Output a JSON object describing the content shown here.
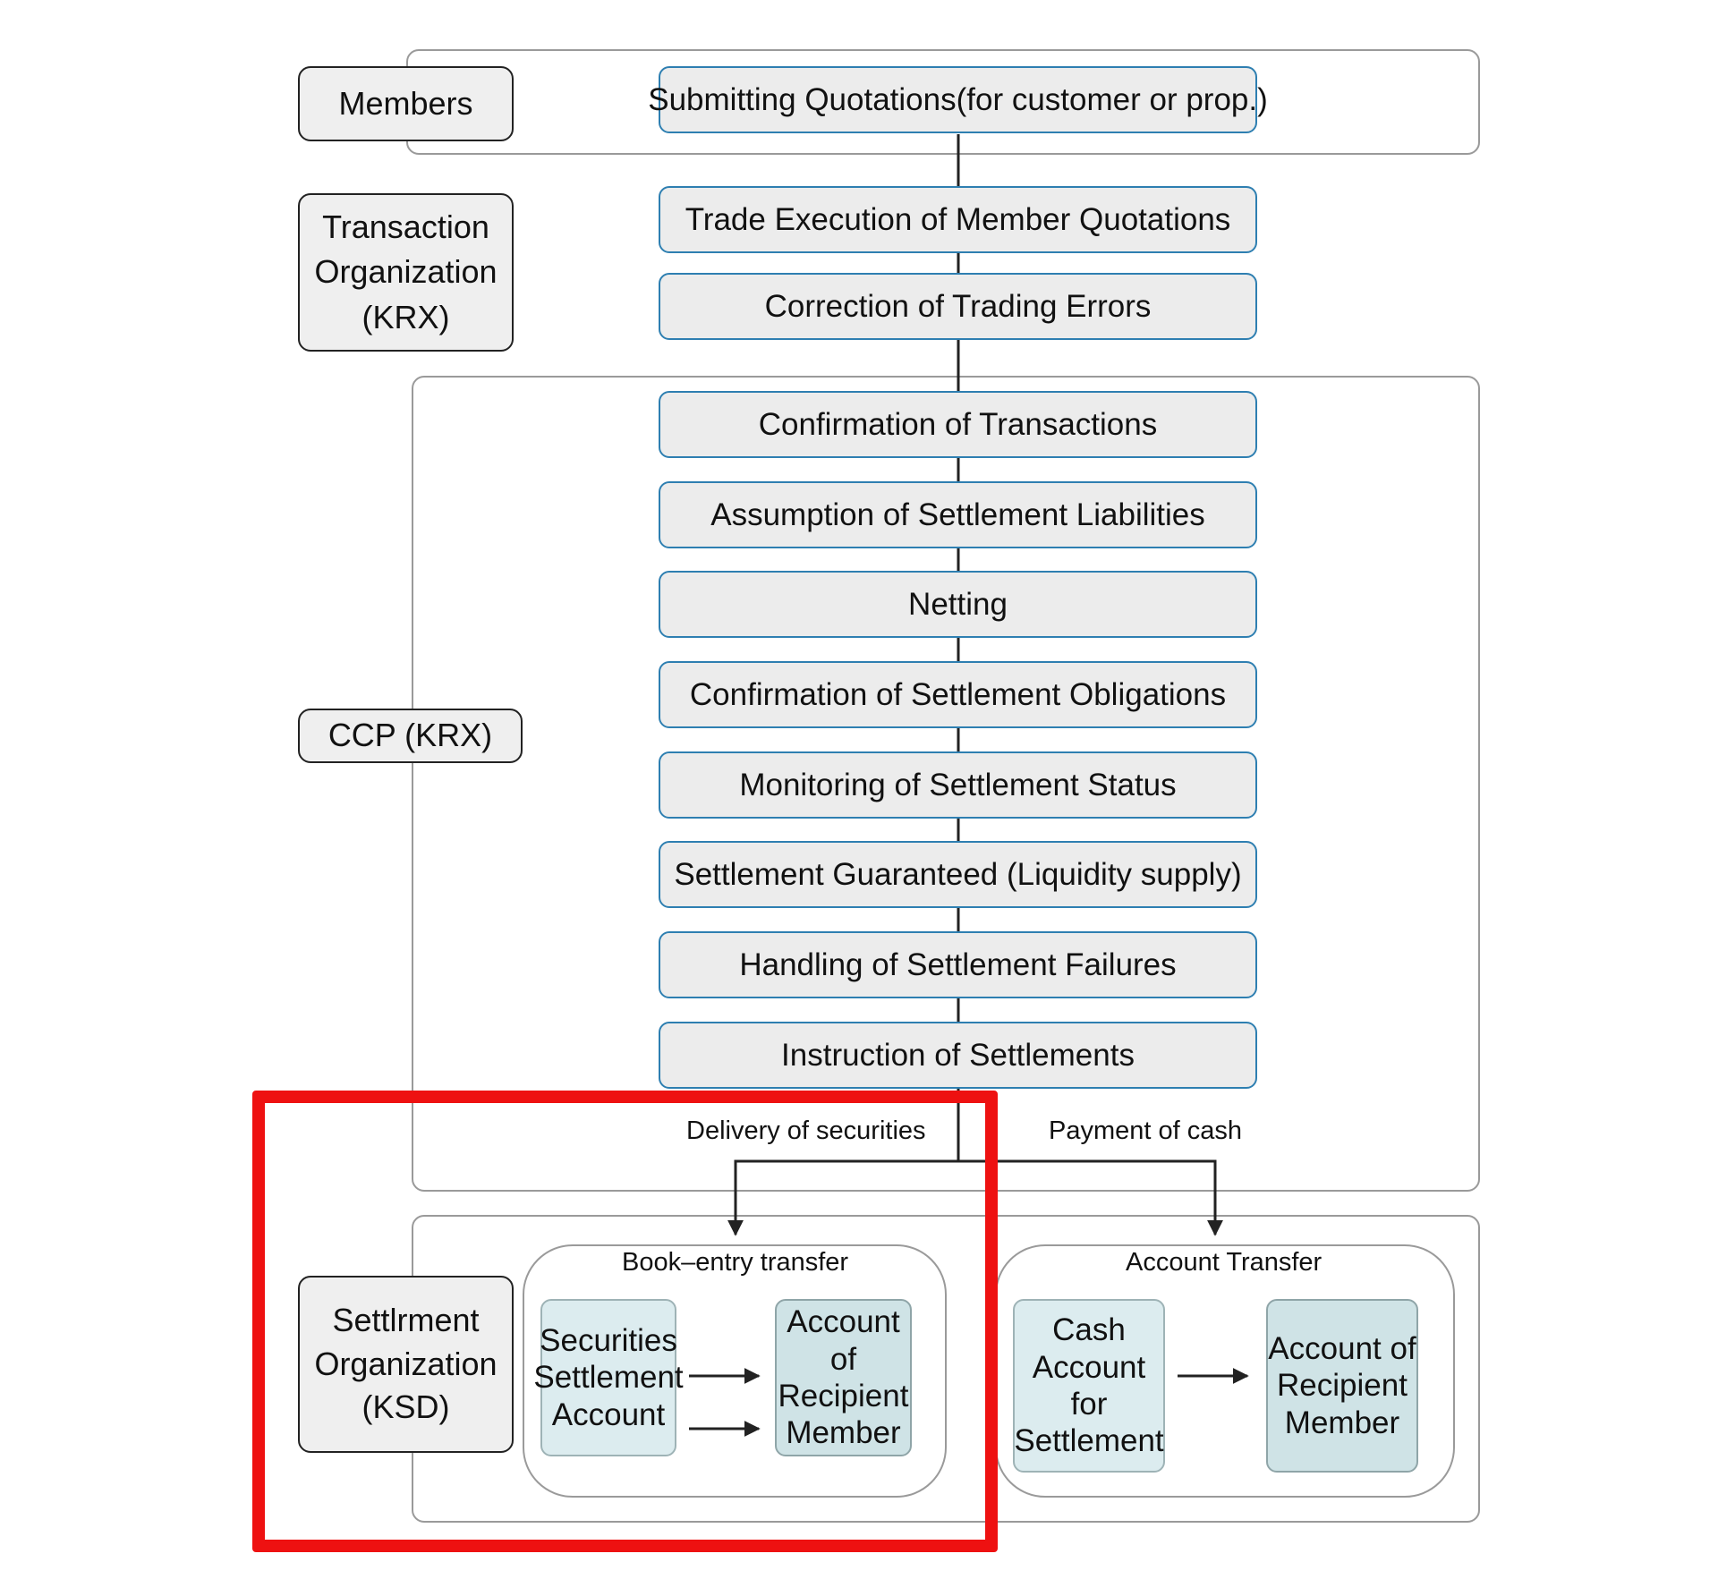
{
  "organizations": {
    "members": "Members",
    "transaction": "Transaction\nOrganization\n(KRX)",
    "ccp": "CCP (KRX)",
    "settlement": "Settlrment\nOrganization\n(KSD)"
  },
  "steps": [
    "Submitting Quotations(for customer or prop.)",
    "Trade Execution of Member Quotations",
    "Correction of Trading Errors",
    "Confirmation of Transactions",
    "Assumption of Settlement Liabilities",
    "Netting",
    "Confirmation of Settlement Obligations",
    "Monitoring of Settlement Status",
    "Settlement Guaranteed (Liquidity supply)",
    "Handling of Settlement Failures",
    "Instruction of Settlements"
  ],
  "flows": {
    "delivery": "Delivery of securities",
    "payment": "Payment of cash"
  },
  "book_entry": {
    "title": "Book–entry transfer",
    "source": "Securities\nSettlement\nAccount",
    "target": "Account of\nRecipient\nMember"
  },
  "account_transfer": {
    "title": "Account Transfer",
    "source": "Cash\nAccount for\nSettlement",
    "target": "Account of\nRecipient\nMember"
  },
  "colors": {
    "step_border": "#2e7fb1",
    "highlight": "#ee1111",
    "account_fill": "#dcecef"
  }
}
